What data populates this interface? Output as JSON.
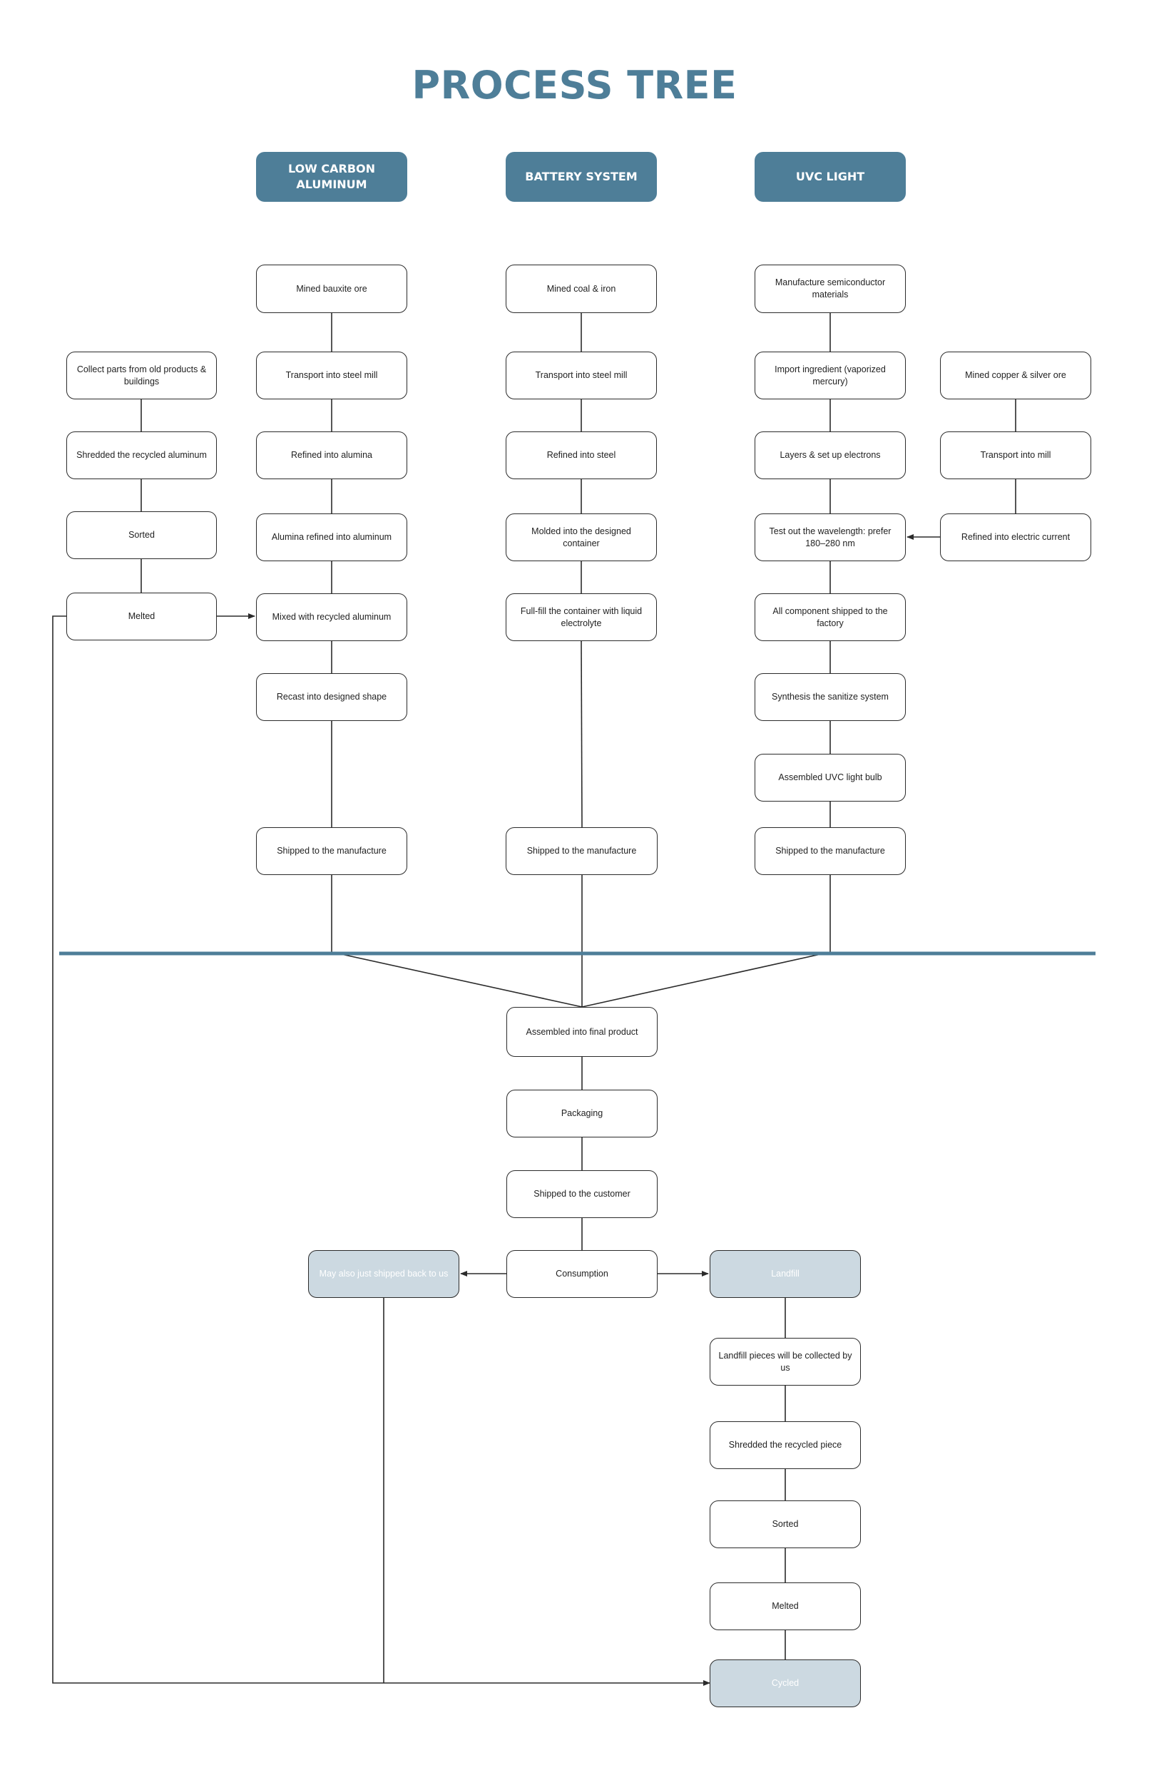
{
  "title": "PROCESS TREE",
  "colors": {
    "primary": "#4e7e98",
    "light_box": "#ccd9e1",
    "line": "#2b2b2b"
  },
  "headers": {
    "aluminum": "LOW CARBON ALUMINUM",
    "battery": "BATTERY SYSTEM",
    "uvc": "UVC LIGHT"
  },
  "aluminum": {
    "bauxite": "Mined bauxite ore",
    "transport": "Transport into steel mill",
    "alumina": "Refined into alumina",
    "aluminum": "Alumina refined into aluminum",
    "mixed": "Mixed with recycled aluminum",
    "recast": "Recast into designed shape",
    "shipped": "Shipped to the manufacture"
  },
  "recycle": {
    "collect": "Collect parts from old products & buildings",
    "shredded": "Shredded the recycled aluminum",
    "sorted": "Sorted",
    "melted": "Melted"
  },
  "battery": {
    "coal": "Mined coal & iron",
    "transport": "Transport into steel mill",
    "steel": "Refined into steel",
    "molded": "Molded into the designed container",
    "fill": "Full-fill the container with liquid electrolyte",
    "shipped": "Shipped to the manufacture"
  },
  "uvc": {
    "semi": "Manufacture semiconductor materials",
    "import": "Import ingredient (vaporized mercury)",
    "layers": "Layers & set up electrons",
    "test": "Test out the wavelength: prefer 180–280 nm",
    "components": "All component shipped to the factory",
    "synthesis": "Synthesis the sanitize system",
    "assembled": "Assembled UVC light bulb",
    "shipped": "Shipped to the manufacture"
  },
  "copper": {
    "mined": "Mined copper & silver ore",
    "transport": "Transport into mill",
    "current": "Refined into electric current"
  },
  "final": {
    "assembled": "Assembled into final product",
    "packaging": "Packaging",
    "customer": "Shipped to the customer",
    "consumption": "Consumption",
    "shipped_back": "May also just shipped back to us",
    "landfill": "Landfill"
  },
  "landfill": {
    "collected": "Landfill pieces will be collected by us",
    "shredded": "Shredded the recycled piece",
    "sorted": "Sorted",
    "melted": "Melted",
    "cycled": "Cycled"
  }
}
